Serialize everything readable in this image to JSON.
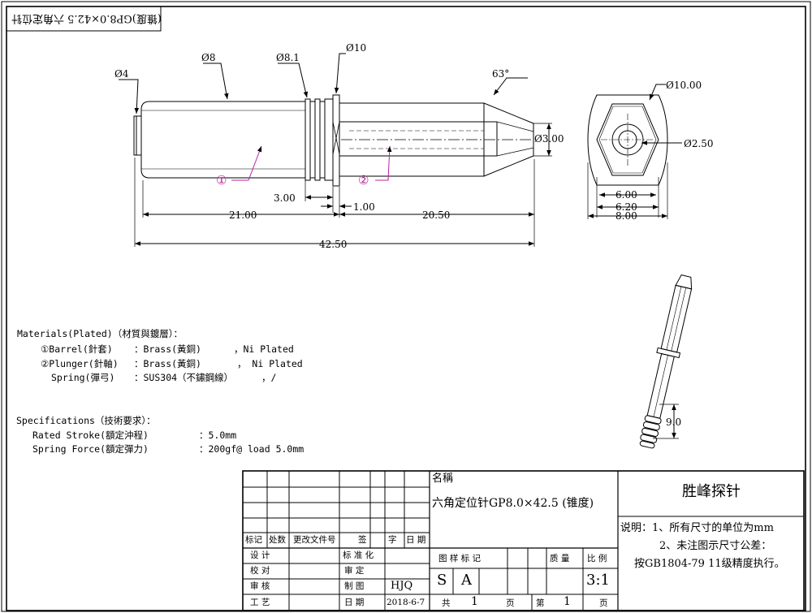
{
  "corner_label": "(锥度)GP8.0×42.5 六角定位针",
  "dimensions": {
    "d4": "Ø4",
    "d8": "Ø8",
    "d8_1": "Ø8.1",
    "d10": "Ø10",
    "angle": "63°",
    "d3": "Ø3.00",
    "len_3": "3.00",
    "len_1": "1.00",
    "len_21": "21.00",
    "len_20_5": "20.50",
    "len_42_5": "42.50",
    "end_d10": "Ø10.00",
    "end_d2_5": "Ø2.50",
    "end_6": "6.00",
    "end_6_2": "6.20",
    "end_8": "8.00",
    "iso_9": "9.0"
  },
  "callouts": {
    "barrel": "①",
    "plunger": "②"
  },
  "materials": {
    "heading": "Materials(Plated)（材質與鍍層）：",
    "rows": [
      {
        "name": "①Barrel(針套)",
        "value": "：Brass(黃銅)",
        "plating": "，Ni Plated"
      },
      {
        "name": "②Plunger(針軸)",
        "value": "：Brass(黃銅)",
        "plating": "，  Ni Plated"
      },
      {
        "name": "Spring(彈弓)",
        "value": "：SUS304（不鏽鋼線）",
        "plating": "，/"
      }
    ]
  },
  "specs": {
    "heading": "Specifications（技術要求）：",
    "rows": [
      {
        "name": "Rated Stroke(額定沖程)",
        "value": "：5.0mm"
      },
      {
        "name": "Spring Force(額定彈力)",
        "value": "：200gf@ load 5.0mm"
      }
    ]
  },
  "title_block": {
    "name_label": "名稱",
    "part_name": "六角定位针GP8.0×42.5 (锥度)",
    "company": "胜峰探针",
    "notes": [
      "说明：1、所有尺寸的单位为mm",
      "2、未注图示尺寸公差：",
      "按GB1804-79 11级精度执行。"
    ],
    "rev_headers": [
      "标记",
      "处数",
      "更改文件号",
      "签",
      "字",
      "日 期"
    ],
    "roles": [
      "设  计",
      "校  对",
      "审  核",
      "工  艺"
    ],
    "mid_labels": [
      "标 准 化",
      "审  定",
      "制  图",
      "日  期"
    ],
    "drawer": "HJQ",
    "date": "2018-6-7",
    "info_headers": [
      "图 样 标 记",
      "质 量",
      "比 例"
    ],
    "marks": [
      "S",
      "A"
    ],
    "scale": "3:1",
    "sheet_labels": {
      "total": "共",
      "total_val": "1",
      "page1": "页",
      "no": "第",
      "no_val": "1",
      "page2": "页"
    }
  }
}
